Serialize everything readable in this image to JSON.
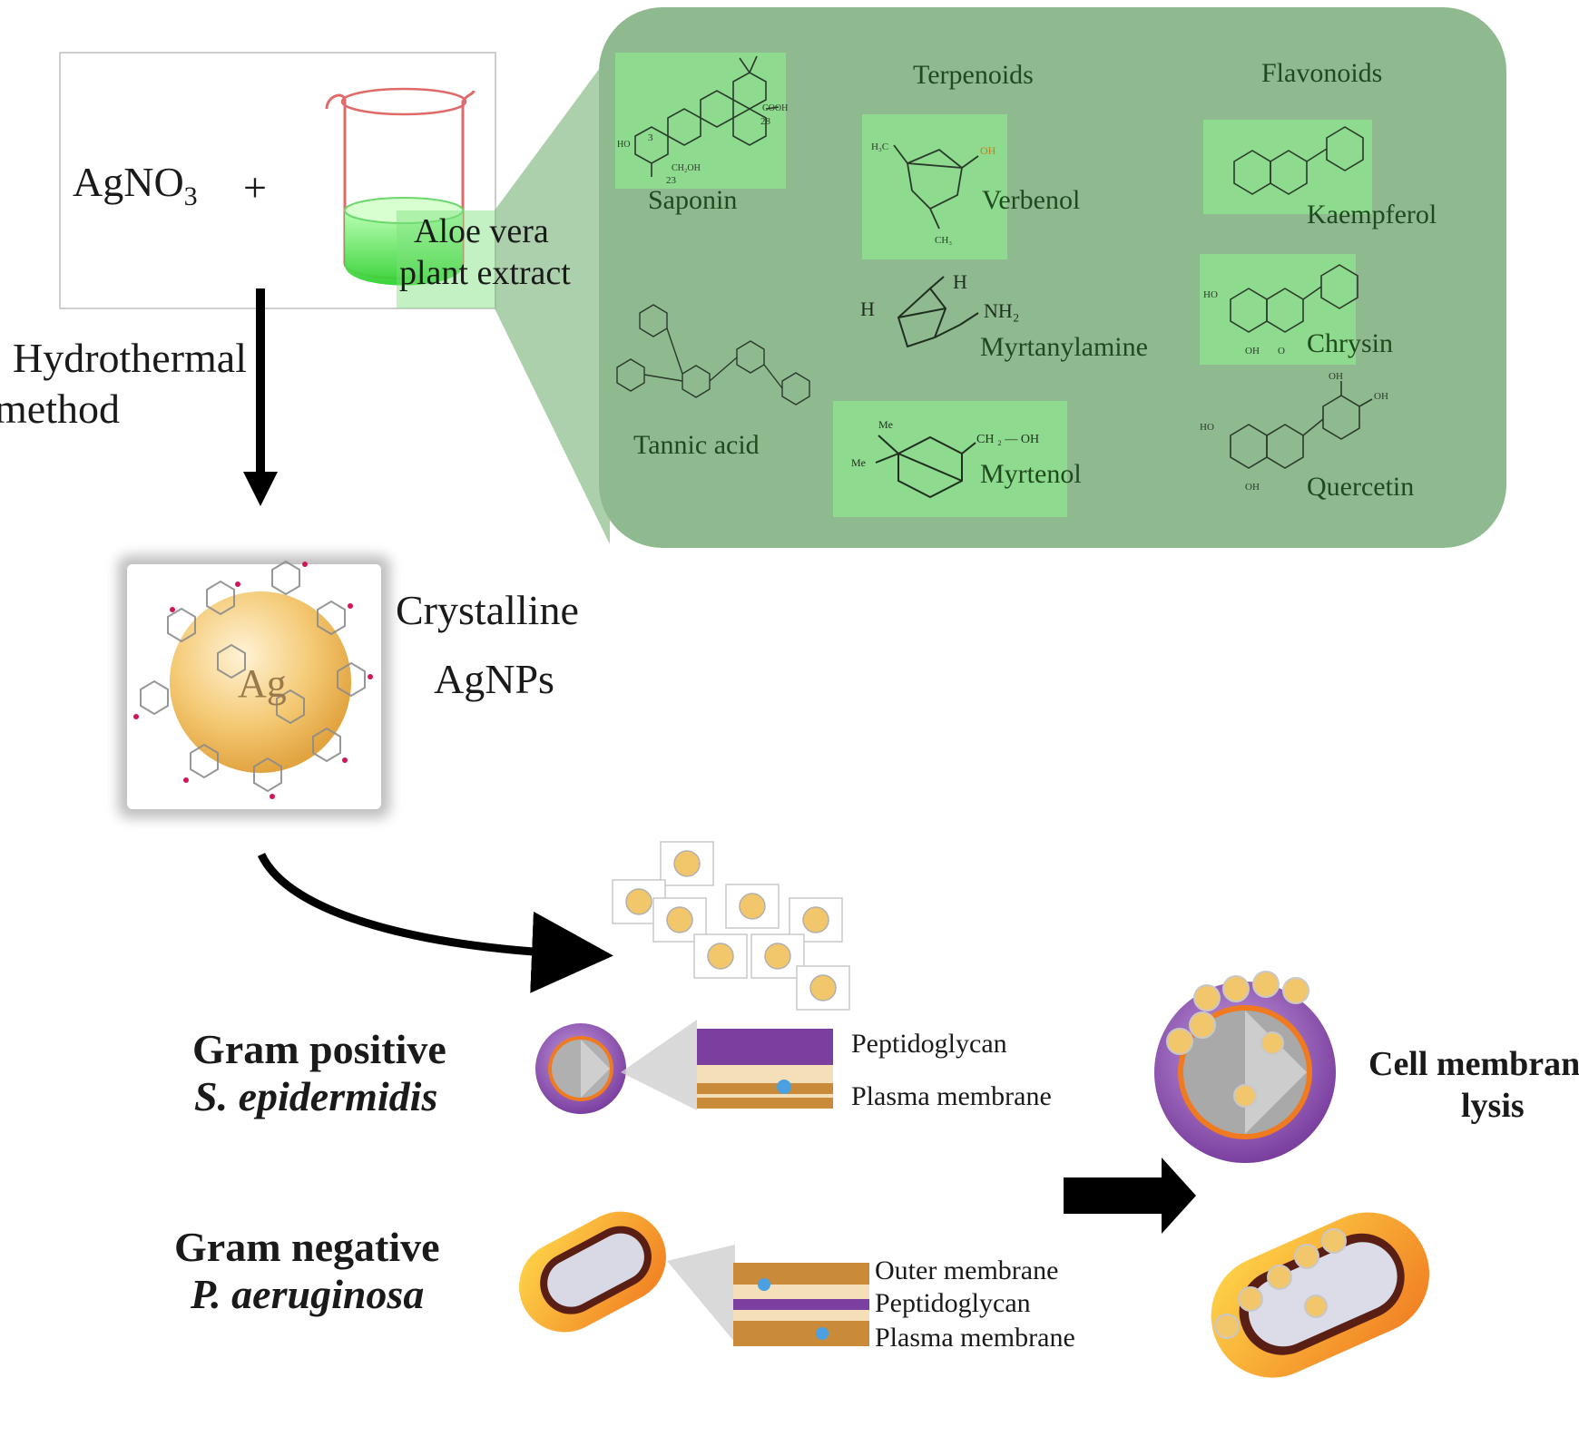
{
  "reactants": {
    "agno3_main": "AgNO",
    "agno3_sub": "3",
    "plus": "+"
  },
  "extract": {
    "line1": "Aloe vera",
    "line2": "plant extract"
  },
  "process": {
    "line1": "Hydrothermal",
    "line2": "method"
  },
  "phytochemicals": {
    "groups": {
      "terpenoids": "Terpenoids",
      "flavonoids": "Flavonoids"
    },
    "saponin": "Saponin",
    "tannic_acid": "Tannic acid",
    "verbenol": "Verbenol",
    "myrtanylamine": "Myrtanylamine",
    "myrtenol": "Myrtenol",
    "kaempferol": "Kaempferol",
    "chrysin": "Chrysin",
    "quercetin": "Quercetin",
    "atoms": {
      "cooh": "COOH",
      "n28": "28",
      "n3": "3",
      "n23": "23",
      "ho": "HO",
      "ch2oh": "CH₂OH",
      "oh": "OH",
      "ch3": "CH₃",
      "h3c": "H₃C",
      "h": "H",
      "nh2": "NH₂",
      "me": "Me",
      "ch2oh_full": "CH ₂ — OH",
      "o": "O"
    }
  },
  "product": {
    "ag_symbol": "Ag",
    "line1": "Crystalline",
    "line2": "AgNPs"
  },
  "bacteria": {
    "gram_positive": {
      "title": "Gram positive",
      "species": "S. epidermidis"
    },
    "gram_negative": {
      "title": "Gram negative",
      "species": "P. aeruginosa"
    },
    "positive_layers": [
      "Peptidoglycan",
      "Plasma membrane"
    ],
    "negative_layers": [
      "Outer membrane",
      "Peptidoglycan",
      "Plasma membrane"
    ]
  },
  "result": {
    "line1": "Cell membrane",
    "line2": "lysis"
  },
  "colors": {
    "panel_green": "#8fb98f",
    "highlight_green": "#7de07d",
    "purple": "#7b3fa0",
    "orange": "#f0a030",
    "gold": "#f2c66a"
  }
}
